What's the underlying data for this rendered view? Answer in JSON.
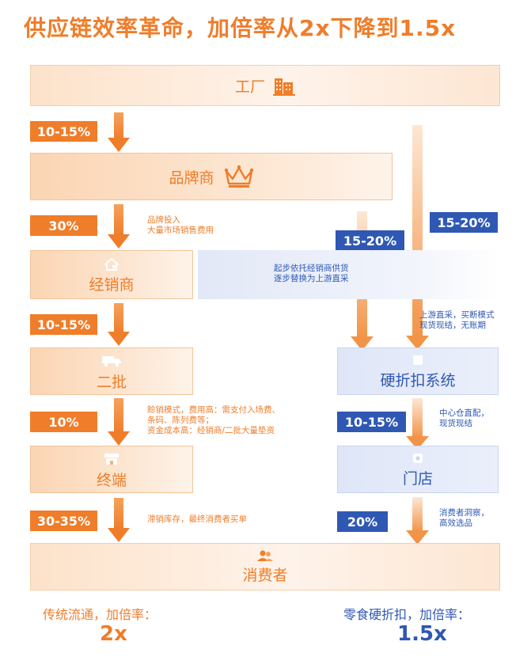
{
  "title": "供应链效率革命，加倍率从2x下降到1.5x",
  "nodes": {
    "factory": "工厂",
    "brand": "品牌商",
    "distributor": "经销商",
    "wholesale2": "二批",
    "terminal": "终端",
    "discount_system": "硬折扣系统",
    "store": "门店",
    "consumer": "消费者"
  },
  "traditional": {
    "markups": [
      "10-15%",
      "30%",
      "10-15%",
      "10%",
      "30-35%"
    ],
    "note_brand": [
      "品牌投入",
      "大量市场销售费用"
    ],
    "note_terminal": [
      "赊销模式，费用高：需支付入场费、",
      "条码、陈列费等；",
      "资金成本高：经销商/二批大量垫资"
    ],
    "note_consumer": "滞销库存，最终消费者买单",
    "footer_label": "传统流通，加倍率：",
    "footer_value": "2x"
  },
  "discount": {
    "markup_left": "15-20%",
    "markup_right": "15-20%",
    "markup_store": "10-15%",
    "markup_consumer": "20%",
    "note_distributor": [
      "起步依托经销商供货",
      "逐步替换为上游直采"
    ],
    "note_direct": [
      "上游直采，买断模式",
      "现货现结，无账期"
    ],
    "note_store": [
      "中心仓直配，",
      "现货现结"
    ],
    "note_consumer": [
      "消费者洞察，",
      "高效选品"
    ],
    "footer_label": "零食硬折扣，加倍率：",
    "footer_value": "1.5x"
  },
  "colors": {
    "orange": "#ef7d2a",
    "blue": "#2f58b4",
    "peach": "#fde2ca",
    "lightblue": "#dfe6f7"
  },
  "icons": [
    "building-icon",
    "crown-icon",
    "house-icon",
    "truck-icon",
    "storefront-icon",
    "tag-icon",
    "document-icon",
    "people-icon"
  ]
}
